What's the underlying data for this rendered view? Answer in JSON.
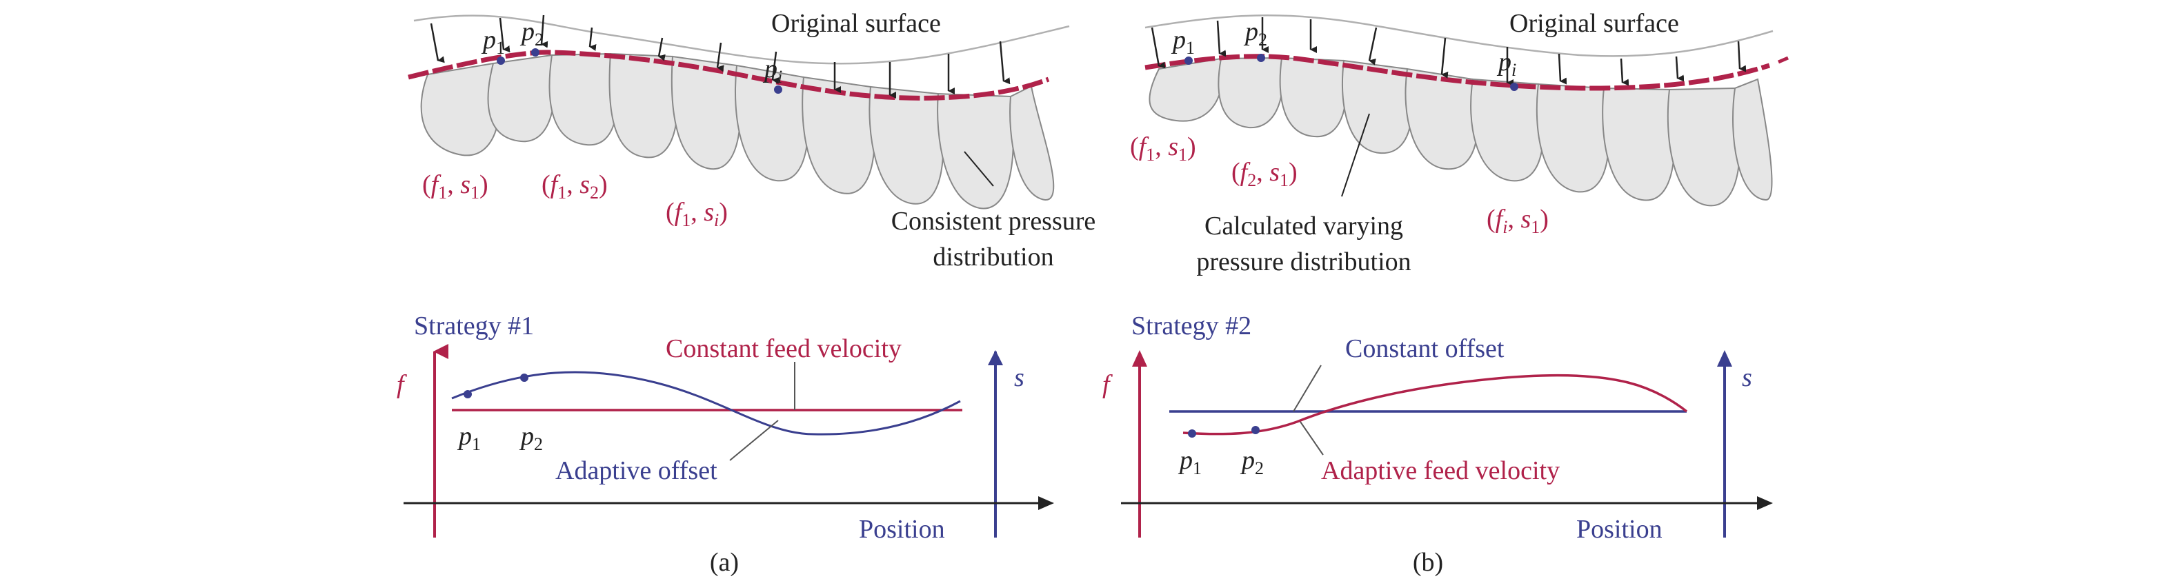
{
  "panel_a": {
    "caption": "(a)",
    "surface_label": "Original surface",
    "points": {
      "p1": "p",
      "p1_sub": "1",
      "p2": "p",
      "p2_sub": "2",
      "pi": "p",
      "pi_sub": "i"
    },
    "pairs": [
      {
        "open": "(",
        "f": "f",
        "fs": "1",
        "sep": ", ",
        "s": "s",
        "ss": "1",
        "close": ")"
      },
      {
        "open": "(",
        "f": "f",
        "fs": "1",
        "sep": ", ",
        "s": "s",
        "ss": "2",
        "close": ")"
      },
      {
        "open": "(",
        "f": "f",
        "fs": "1",
        "sep": ", ",
        "s": "s",
        "ss": "i",
        "close": ")"
      }
    ],
    "annotation_line1": "Consistent pressure",
    "annotation_line2": "distribution",
    "strategy": "Strategy #1",
    "constant_label": "Constant feed velocity",
    "adaptive_label": "Adaptive offset",
    "axis_f": "f",
    "axis_s": "s",
    "axis_x": "Position",
    "plot_p1": "p",
    "plot_p1_sub": "1",
    "plot_p2": "p",
    "plot_p2_sub": "2"
  },
  "panel_b": {
    "caption": "(b)",
    "surface_label": "Original surface",
    "points": {
      "p1": "p",
      "p1_sub": "1",
      "p2": "p",
      "p2_sub": "2",
      "pi": "p",
      "pi_sub": "i"
    },
    "pairs": [
      {
        "open": "(",
        "f": "f",
        "fs": "1",
        "sep": ", ",
        "s": "s",
        "ss": "1",
        "close": ")"
      },
      {
        "open": "(",
        "f": "f",
        "fs": "2",
        "sep": ", ",
        "s": "s",
        "ss": "1",
        "close": ")"
      },
      {
        "open": "(",
        "f": "f",
        "fs": "i",
        "sep": ", ",
        "s": "s",
        "ss": "1",
        "close": ")"
      }
    ],
    "annotation_line1": "Calculated varying",
    "annotation_line2": "pressure distribution",
    "strategy": "Strategy #2",
    "constant_label": "Constant offset",
    "adaptive_label": "Adaptive feed velocity",
    "axis_f": "f",
    "axis_s": "s",
    "axis_x": "Position",
    "plot_p1": "p",
    "plot_p1_sub": "1",
    "plot_p2": "p",
    "plot_p2_sub": "2"
  },
  "colors": {
    "red": "#b0224a",
    "blue": "#3a3f8f",
    "arrow": "#222222",
    "pad_fill": "#e6e6e6",
    "surface": "#b0b0b0"
  }
}
